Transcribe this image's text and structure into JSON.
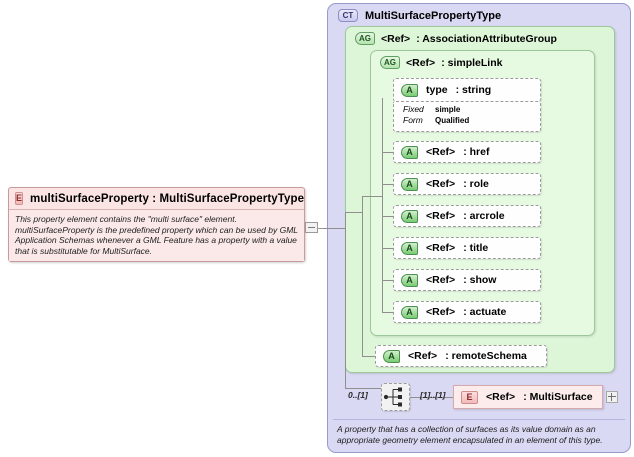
{
  "element": {
    "badge": "E",
    "name": "multiSurfaceProperty",
    "separator": ":",
    "type": "MultiSurfacePropertyType",
    "title": "multiSurfaceProperty  :  MultiSurfacePropertyType",
    "documentation": "This property element contains the \"multi surface\" element. multiSurfaceProperty is the predefined property which can be used by GML Application Schemas whenever a GML Feature has a property with a value that is substitutable for MultiSurface."
  },
  "complex_type": {
    "badge": "CT",
    "name": "MultiSurfacePropertyType",
    "documentation": "A property that has a collection of surfaces as its value domain as an appropriate geometry element encapsulated in an element of this type."
  },
  "attribute_group_outer": {
    "badge": "AG",
    "ref": "<Ref>",
    "name": ": AssociationAttributeGroup"
  },
  "attribute_group_inner": {
    "badge": "AG",
    "ref": "<Ref>",
    "name": ": simpleLink"
  },
  "attributes": [
    {
      "badge": "A",
      "name": "type",
      "type": ": string"
    },
    {
      "badge": "A",
      "name": "<Ref>",
      "type": ": href"
    },
    {
      "badge": "A",
      "name": "<Ref>",
      "type": ": role"
    },
    {
      "badge": "A",
      "name": "<Ref>",
      "type": ": arcrole"
    },
    {
      "badge": "A",
      "name": "<Ref>",
      "type": ": title"
    },
    {
      "badge": "A",
      "name": "<Ref>",
      "type": ": show"
    },
    {
      "badge": "A",
      "name": "<Ref>",
      "type": ": actuate"
    }
  ],
  "facets": {
    "fixed_label": "Fixed",
    "fixed_value": "simple",
    "form_label": "Form",
    "form_value": "Qualified"
  },
  "remote_schema": {
    "badge": "A",
    "ref": "<Ref>",
    "type": ": remoteSchema"
  },
  "sequence": {
    "icon": "sequence-compositor-icon",
    "left_cardinality": "0..[1]",
    "right_cardinality": "[1]..[1]"
  },
  "element_ref": {
    "badge": "E",
    "ref": "<Ref>",
    "type": ": MultiSurface",
    "expander": "+"
  },
  "colors": {
    "element_fill": "#fbe4e4",
    "element_border": "#c79b9b",
    "complextype_fill": "#d9d9f4",
    "complextype_border": "#9a9ac8",
    "group_outer_fill": "#ddf6d8",
    "group_inner_fill": "#e6f9e1",
    "group_border": "#9dc79a",
    "attribute_fill": "#fdfefd",
    "connector": "#8f8f8f"
  }
}
